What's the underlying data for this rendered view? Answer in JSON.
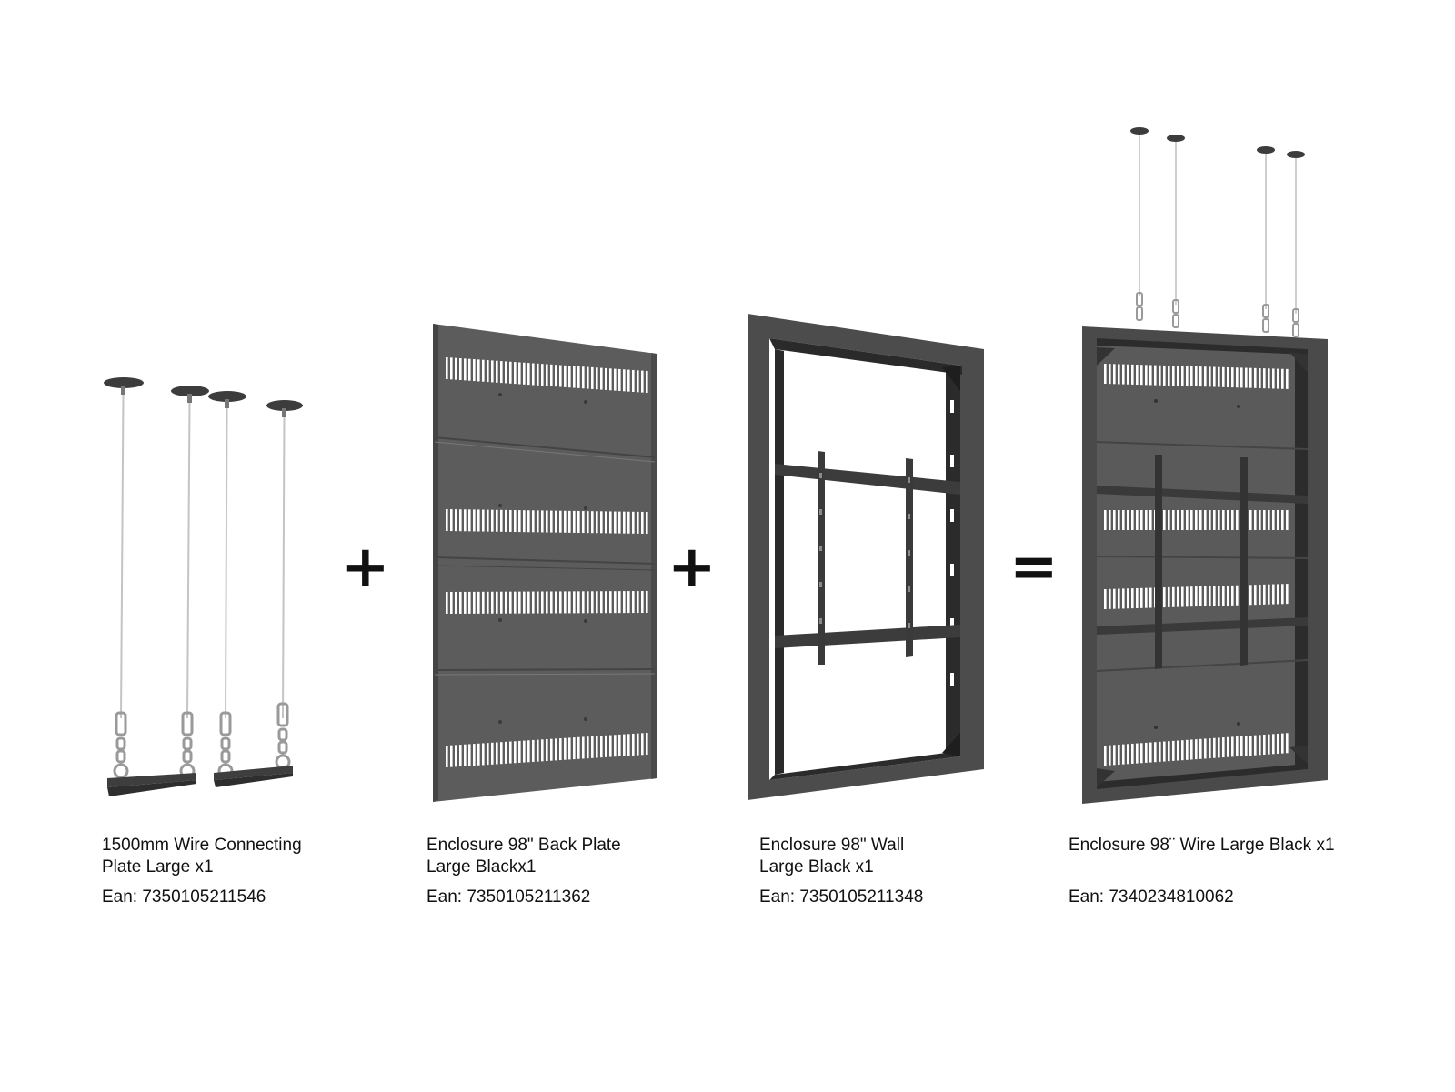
{
  "products": [
    {
      "name": "1500mm Wire Connecting\nPlate Large x1",
      "ean": "Ean: 7350105211546",
      "icon": "wire-kit-image"
    },
    {
      "name": "Enclosure 98\" Back Plate\nLarge Blackx1",
      "ean": "Ean: 7350105211362",
      "icon": "back-plate-image"
    },
    {
      "name": "Enclosure 98\" Wall\nLarge Black x1",
      "ean": "Ean: 7350105211348",
      "icon": "wall-frame-image"
    },
    {
      "name": "Enclosure 98¨ Wire Large Black x1",
      "ean": "Ean: 7340234810062",
      "icon": "assembled-enclosure-image"
    }
  ],
  "operators": {
    "plus": "+",
    "equals": "="
  },
  "colors": {
    "panel": "#595959",
    "frame": "#4a4a4a",
    "dark": "#2a2a2a",
    "wire": "#bdbdbd",
    "text": "#111111"
  }
}
